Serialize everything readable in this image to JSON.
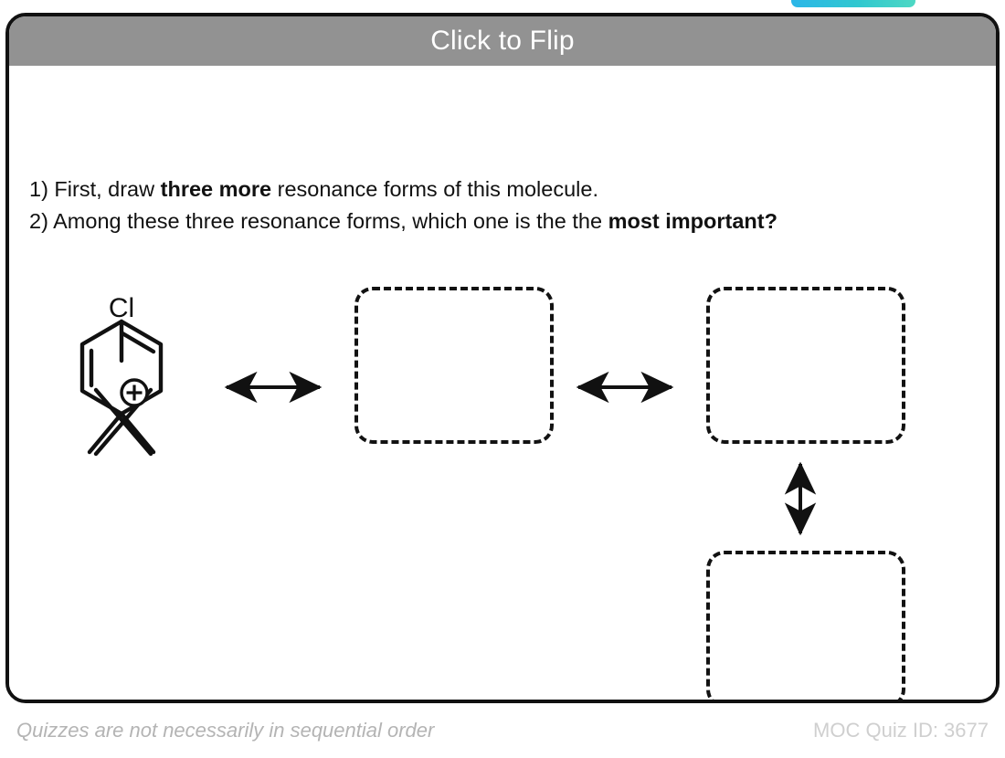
{
  "card": {
    "header_title": "Click to Flip",
    "header_bg": "#929292",
    "header_text_color": "#ffffff",
    "border_color": "#111111",
    "background": "#ffffff"
  },
  "top_tab": {
    "name": "tab-handle",
    "color_start": "#2bb6e8",
    "color_end": "#4ed8c4"
  },
  "prompt": {
    "line1_prefix": "1) First, draw ",
    "line1_bold": "three more",
    "line1_suffix": " resonance forms of this molecule.",
    "line2_prefix": "2) Among these three resonance forms, which one is the the ",
    "line2_bold": "most important?",
    "line2_suffix": ""
  },
  "molecule": {
    "name": "4-chloro-4-methyl-cyclohexadienyl-cation",
    "halogen_label": "Cl",
    "charge_label": "⊕",
    "substituents": [
      "Cl",
      "methyl",
      "methyl"
    ],
    "ring": "six-membered",
    "double_bonds": 2,
    "stroke_color": "#111111"
  },
  "answer_boxes": [
    {
      "id": "box-1",
      "label": "",
      "style": "dashed",
      "filled": false
    },
    {
      "id": "box-2",
      "label": "",
      "style": "dashed",
      "filled": false
    },
    {
      "id": "box-3",
      "label": "",
      "style": "dashed",
      "filled": false
    }
  ],
  "arrows": [
    {
      "id": "arrow-1",
      "direction": "horizontal",
      "type": "resonance-double-headed"
    },
    {
      "id": "arrow-2",
      "direction": "horizontal",
      "type": "resonance-double-headed"
    },
    {
      "id": "arrow-3",
      "direction": "vertical",
      "type": "resonance-double-headed"
    }
  ],
  "footer": {
    "note": "Quizzes are not necessarily in sequential order",
    "quiz_id": "MOC Quiz ID: 3677"
  }
}
